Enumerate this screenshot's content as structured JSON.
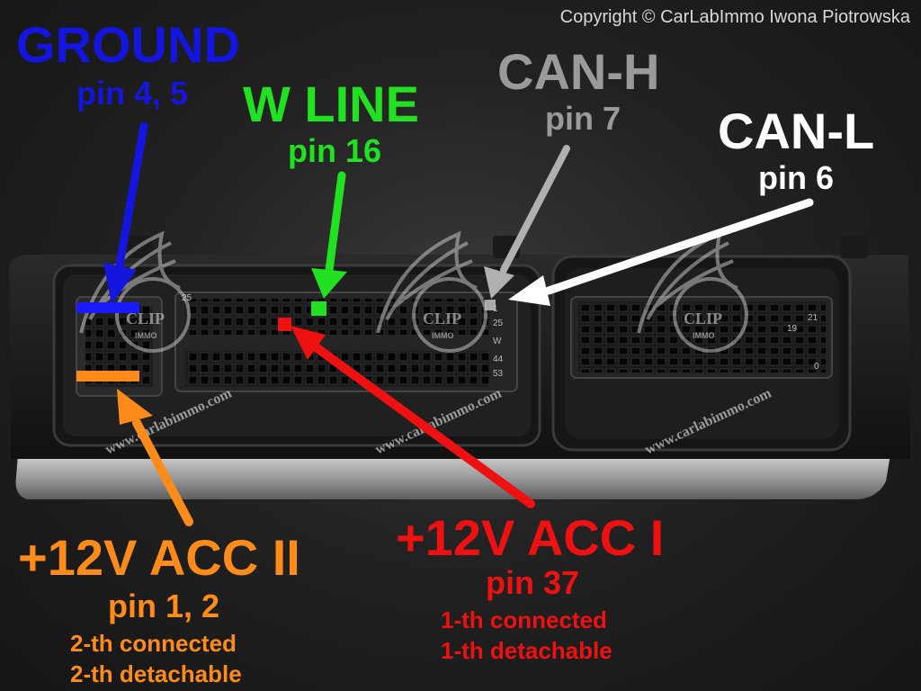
{
  "copyright": "Copyright © CarLabImmo Iwona Piotrowska",
  "watermarks": [
    {
      "text": "www.carlabimmo.com",
      "logo_text": "CLIP",
      "logo_sub": "IMMO"
    },
    {
      "text": "www.carlabimmo.com",
      "logo_text": "CLIP",
      "logo_sub": "IMMO"
    },
    {
      "text": "www.carlabimmo.com",
      "logo_text": "CLIP",
      "logo_sub": "IMMO"
    }
  ],
  "labels": {
    "ground": {
      "title": "GROUND",
      "pin": "pin 4, 5",
      "color": "#1515e0"
    },
    "wline": {
      "title": "W LINE",
      "pin": "pin 16",
      "color": "#22e022"
    },
    "canh": {
      "title": "CAN-H",
      "pin": "pin 7",
      "color": "#9a9a9a"
    },
    "canl": {
      "title": "CAN-L",
      "pin": "pin 6",
      "color": "#ffffff"
    },
    "acc2": {
      "title": "+12V ACC II",
      "pin": "pin 1, 2",
      "note1": "2-th connected",
      "note2": "2-th detachable",
      "color": "#ff8c1a"
    },
    "acc1": {
      "title": "+12V ACC I",
      "pin": "pin 37",
      "note1": "1-th connected",
      "note2": "1-th detachable",
      "color": "#ee1111"
    }
  },
  "connector_numbers": [
    "25",
    "1",
    "25",
    "W",
    "44",
    "53",
    "21",
    "19",
    "0"
  ]
}
